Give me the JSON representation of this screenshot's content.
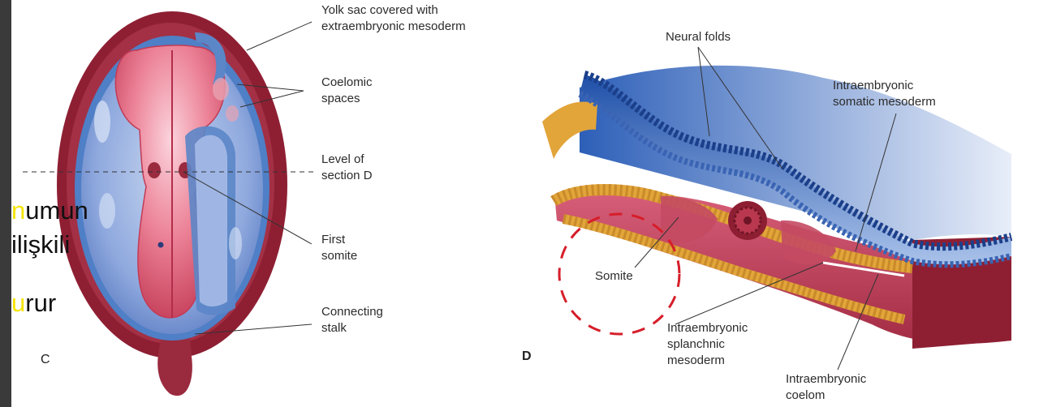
{
  "figure": {
    "panel_c": {
      "letter": "C",
      "labels": {
        "yolk_sac": [
          "Yolk sac covered with",
          "extraembryonic mesoderm"
        ],
        "coelomic": [
          "Coelomic",
          "spaces"
        ],
        "level": [
          "Level of",
          "section D"
        ],
        "first_somite": [
          "First",
          "somite"
        ],
        "connecting": [
          "Connecting",
          "stalk"
        ]
      }
    },
    "panel_d": {
      "letter": "D",
      "labels": {
        "neural_folds": "Neural folds",
        "somatic": [
          "Intraembryonic",
          "somatic mesoderm"
        ],
        "somite": "Somite",
        "splanchnic": [
          "Intraembryonic",
          "splanchnic",
          "mesoderm"
        ],
        "coelom": [
          "Intraembryonic",
          "coelom"
        ]
      }
    }
  },
  "overlay_text": {
    "line1": {
      "highlight": "n",
      "rest": "umun"
    },
    "line2": {
      "text": "ilişkili"
    },
    "line3": {
      "highlight": "u",
      "rest": "rur"
    }
  },
  "colors": {
    "embryo_red": "#8e1f33",
    "amnion_blue": "#5b86c8",
    "embryo_pink": "#e06478",
    "yolk_orange": "#e2a53a",
    "marker_circle": "#d61e2a"
  }
}
